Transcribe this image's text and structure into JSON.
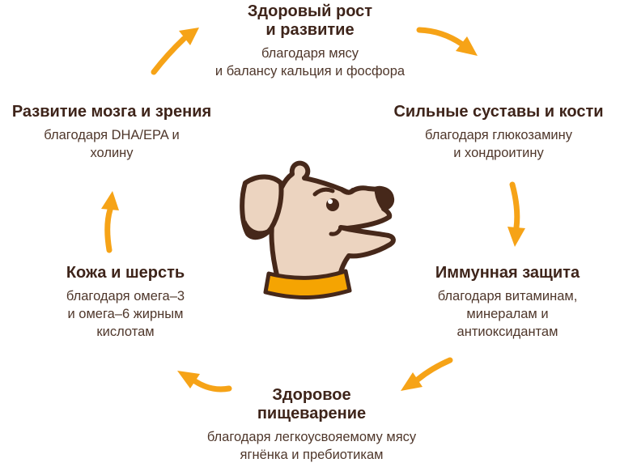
{
  "infographic": {
    "subject": "dog nutrition benefits cycle",
    "nodes": {
      "growth": {
        "title": "Здоровый рост\nи развитие",
        "subtitle": "благодаря мясу\nи балансу кальция и фосфора"
      },
      "brain": {
        "title": "Развитие мозга и зрения",
        "subtitle": "благодаря DHA/EPA и\nхолину"
      },
      "joints": {
        "title": "Сильные суставы и кости",
        "subtitle": "благодаря глюкозамину\nи хондроитину"
      },
      "skin": {
        "title": "Кожа и шерсть",
        "subtitle": "благодаря омега–3\nи омега–6 жирным\nкислотам"
      },
      "immunity": {
        "title": "Иммунная защита",
        "subtitle": "благодаря витаминам,\nминералам и\nантиоксидантам"
      },
      "digestion": {
        "title": "Здоровое\nпищеварение",
        "subtitle": "благодаря легкоусвояемому мясу\nягнёнка и пребиотикам"
      }
    },
    "arrows": [
      {
        "name": "arrow-brain-to-growth",
        "direction": "up-right"
      },
      {
        "name": "arrow-growth-to-joints",
        "direction": "down-right"
      },
      {
        "name": "arrow-joints-to-immunity",
        "direction": "down"
      },
      {
        "name": "arrow-immunity-to-digestion",
        "direction": "down-left"
      },
      {
        "name": "arrow-digestion-to-skin",
        "direction": "up-left"
      },
      {
        "name": "arrow-skin-to-brain",
        "direction": "up"
      }
    ],
    "icons": {
      "center": "dog-head-illustration"
    },
    "colors": {
      "background": "#FFFFFF",
      "arrow_orange": "#F6A317",
      "collar_orange": "#F5A402",
      "dog_fur": "#ECD4C0",
      "dog_outline": "#46281A",
      "title_text": "#3E241A",
      "subtitle_text": "#4F372B"
    }
  }
}
